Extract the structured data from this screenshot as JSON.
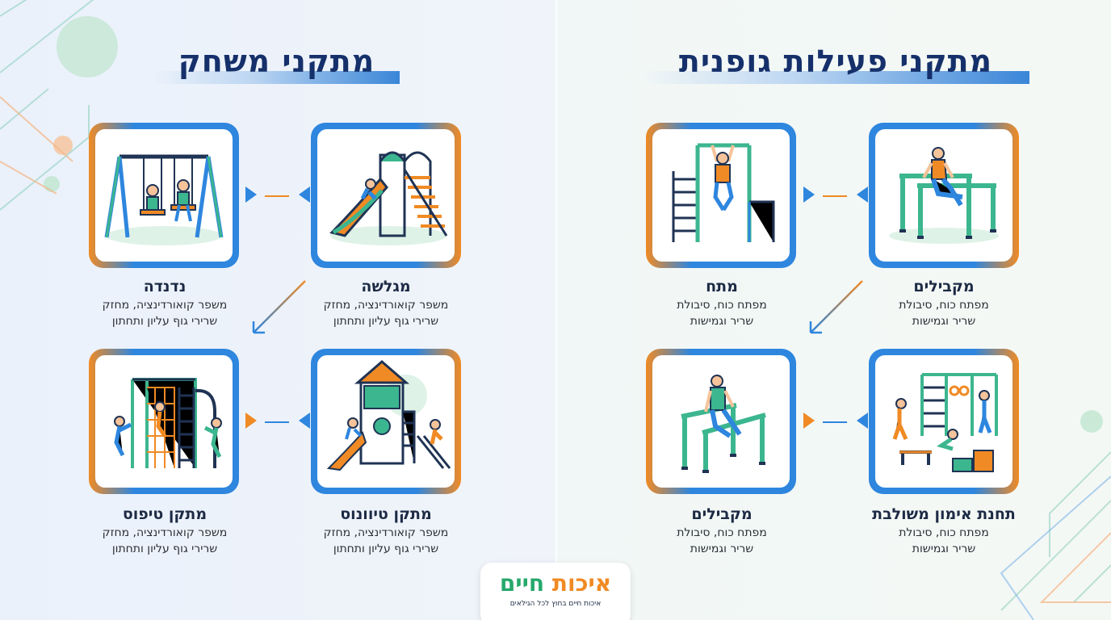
{
  "left_section": {
    "title": "מתקני משחק",
    "items": [
      {
        "name": "מגלשה",
        "desc1": "משפר קואורדינציה, מחזק",
        "desc2": "שרירי גוף עליון ותחתון",
        "icon": "slide-icon"
      },
      {
        "name": "נדנדה",
        "desc1": "משפר קואורדינציה, מחזק",
        "desc2": "שרירי גוף עליון ותחתון",
        "icon": "swing-icon"
      },
      {
        "name": "מתקן טיוונוס",
        "desc1": "משפר קואורדינציה, מחזק",
        "desc2": "שרירי גוף עליון ותחתון",
        "icon": "play-tower-icon"
      },
      {
        "name": "מתקן טיפוס",
        "desc1": "משפר קואורדינציה, מחזק",
        "desc2": "שרירי גוף עליון ותחתון",
        "icon": "climbing-frame-icon"
      }
    ]
  },
  "right_section": {
    "title": "מתקני פעילות גופנית",
    "items": [
      {
        "name": "מקבילים",
        "desc1": "מפתח כוח, סיבולת",
        "desc2": "שריר וגמישות",
        "icon": "parallel-bars-icon"
      },
      {
        "name": "מתח",
        "desc1": "מפתח כוח, סיבולת",
        "desc2": "שריר וגמישות",
        "icon": "pull-up-bar-icon"
      },
      {
        "name": "תחנת אימון משולבת",
        "desc1": "מפתח כוח, סיבולת",
        "desc2": "שריר וגמישות",
        "icon": "combined-station-icon"
      },
      {
        "name": "מקבילים",
        "desc1": "מפתח כוח, סיבולת",
        "desc2": "שריר וגמישות",
        "icon": "dip-bars-icon"
      }
    ]
  },
  "logo": {
    "word1": "איכות",
    "word2": "חיים",
    "tagline": "איכות חיים בחוץ לכל הגילאים"
  },
  "colors": {
    "navy": "#15306a",
    "blue": "#2e86de",
    "orange": "#f08a24",
    "teal": "#3cb68f",
    "green": "#27a86c"
  }
}
